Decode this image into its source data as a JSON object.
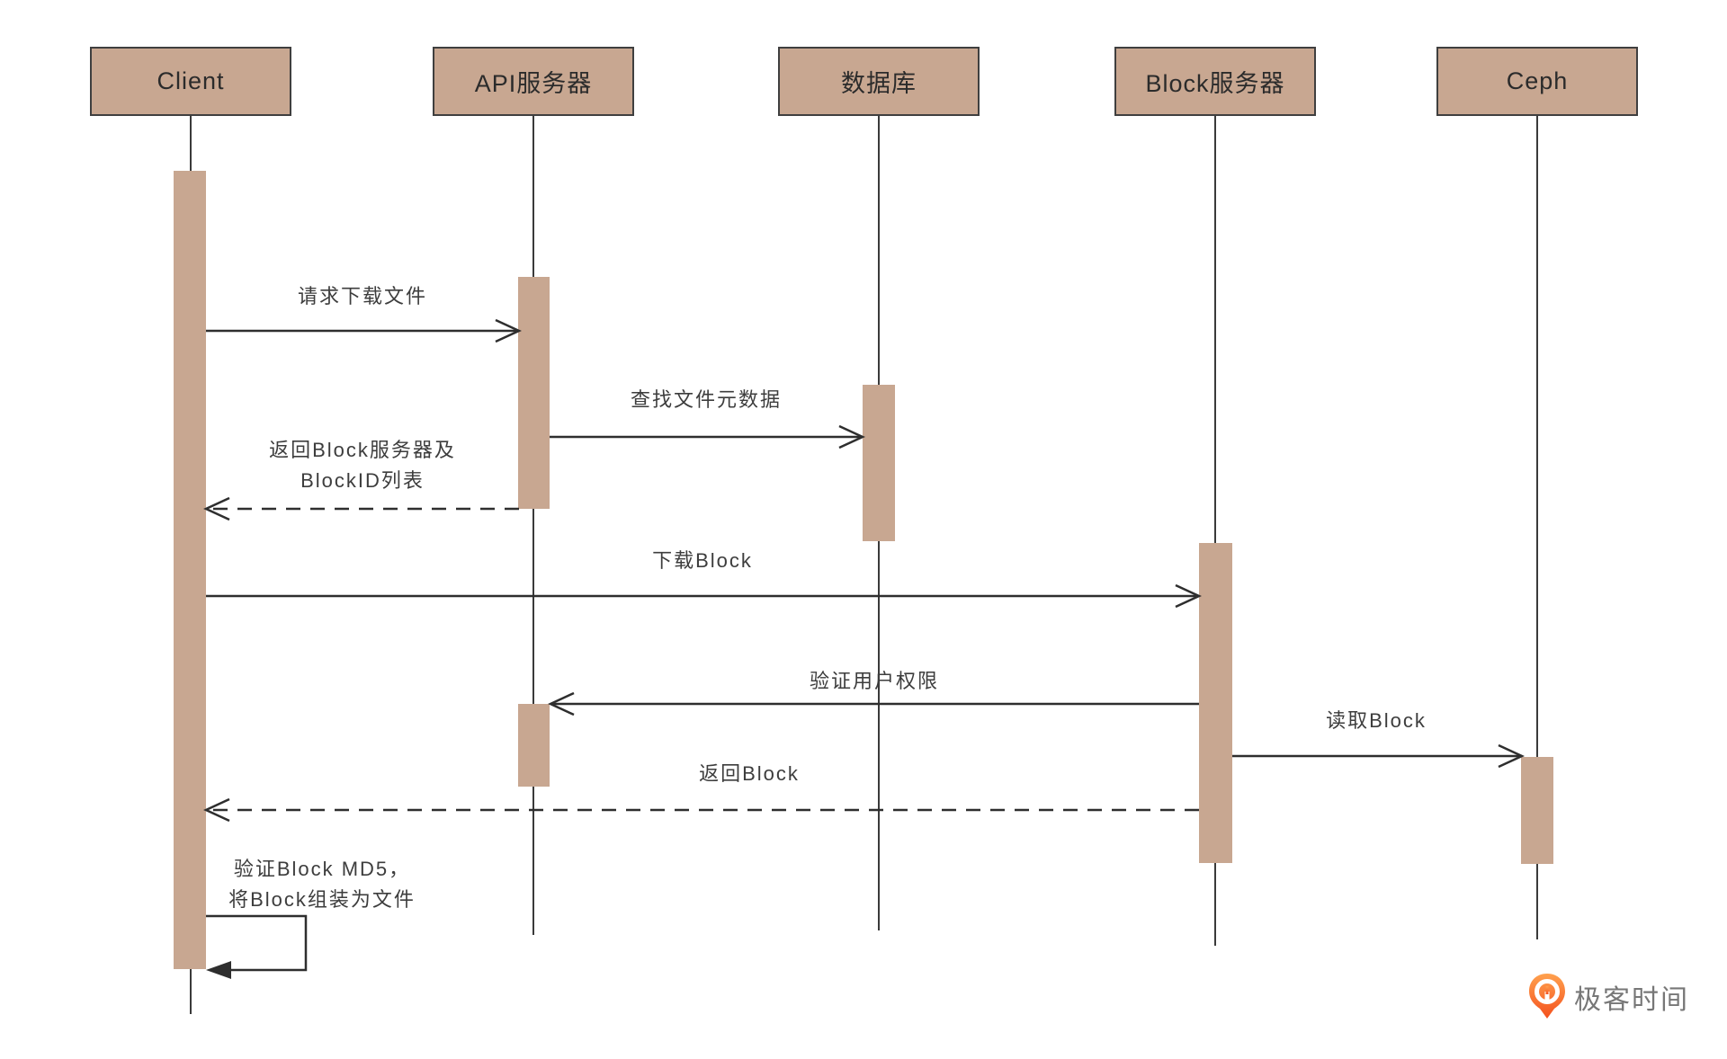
{
  "diagram": {
    "type": "sequence",
    "actors": [
      {
        "id": "client",
        "label": "Client"
      },
      {
        "id": "api-server",
        "label": "API服务器"
      },
      {
        "id": "database",
        "label": "数据库"
      },
      {
        "id": "block-server",
        "label": "Block服务器"
      },
      {
        "id": "ceph",
        "label": "Ceph"
      }
    ],
    "messages": [
      {
        "from": "client",
        "to": "api-server",
        "style": "solid",
        "label": "请求下载文件"
      },
      {
        "from": "api-server",
        "to": "database",
        "style": "solid",
        "label": "查找文件元数据"
      },
      {
        "from": "api-server",
        "to": "client",
        "style": "dashed",
        "label": "返回Block服务器及BlockID列表",
        "line1": "返回Block服务器及",
        "line2": "BlockID列表"
      },
      {
        "from": "client",
        "to": "block-server",
        "style": "solid",
        "label": "下载Block"
      },
      {
        "from": "block-server",
        "to": "api-server",
        "style": "solid",
        "label": "验证用户权限"
      },
      {
        "from": "block-server",
        "to": "ceph",
        "style": "solid",
        "label": "读取Block"
      },
      {
        "from": "block-server",
        "to": "client",
        "style": "dashed",
        "label": "返回Block"
      },
      {
        "from": "client",
        "to": "client",
        "style": "self",
        "label": "验证Block MD5，将Block组装为文件",
        "line1": "验证Block MD5，",
        "line2": "将Block组装为文件"
      }
    ],
    "colors": {
      "actor_fill": "#C8A791",
      "actor_border": "#3f3f3f",
      "line": "#2e2e2e",
      "text": "#3d3d3d"
    }
  },
  "branding": {
    "logo_icon": "geektime-pin-icon",
    "logo_text": "极客时间",
    "logo_orange": "#F4511E",
    "logo_text_color": "#777777"
  }
}
